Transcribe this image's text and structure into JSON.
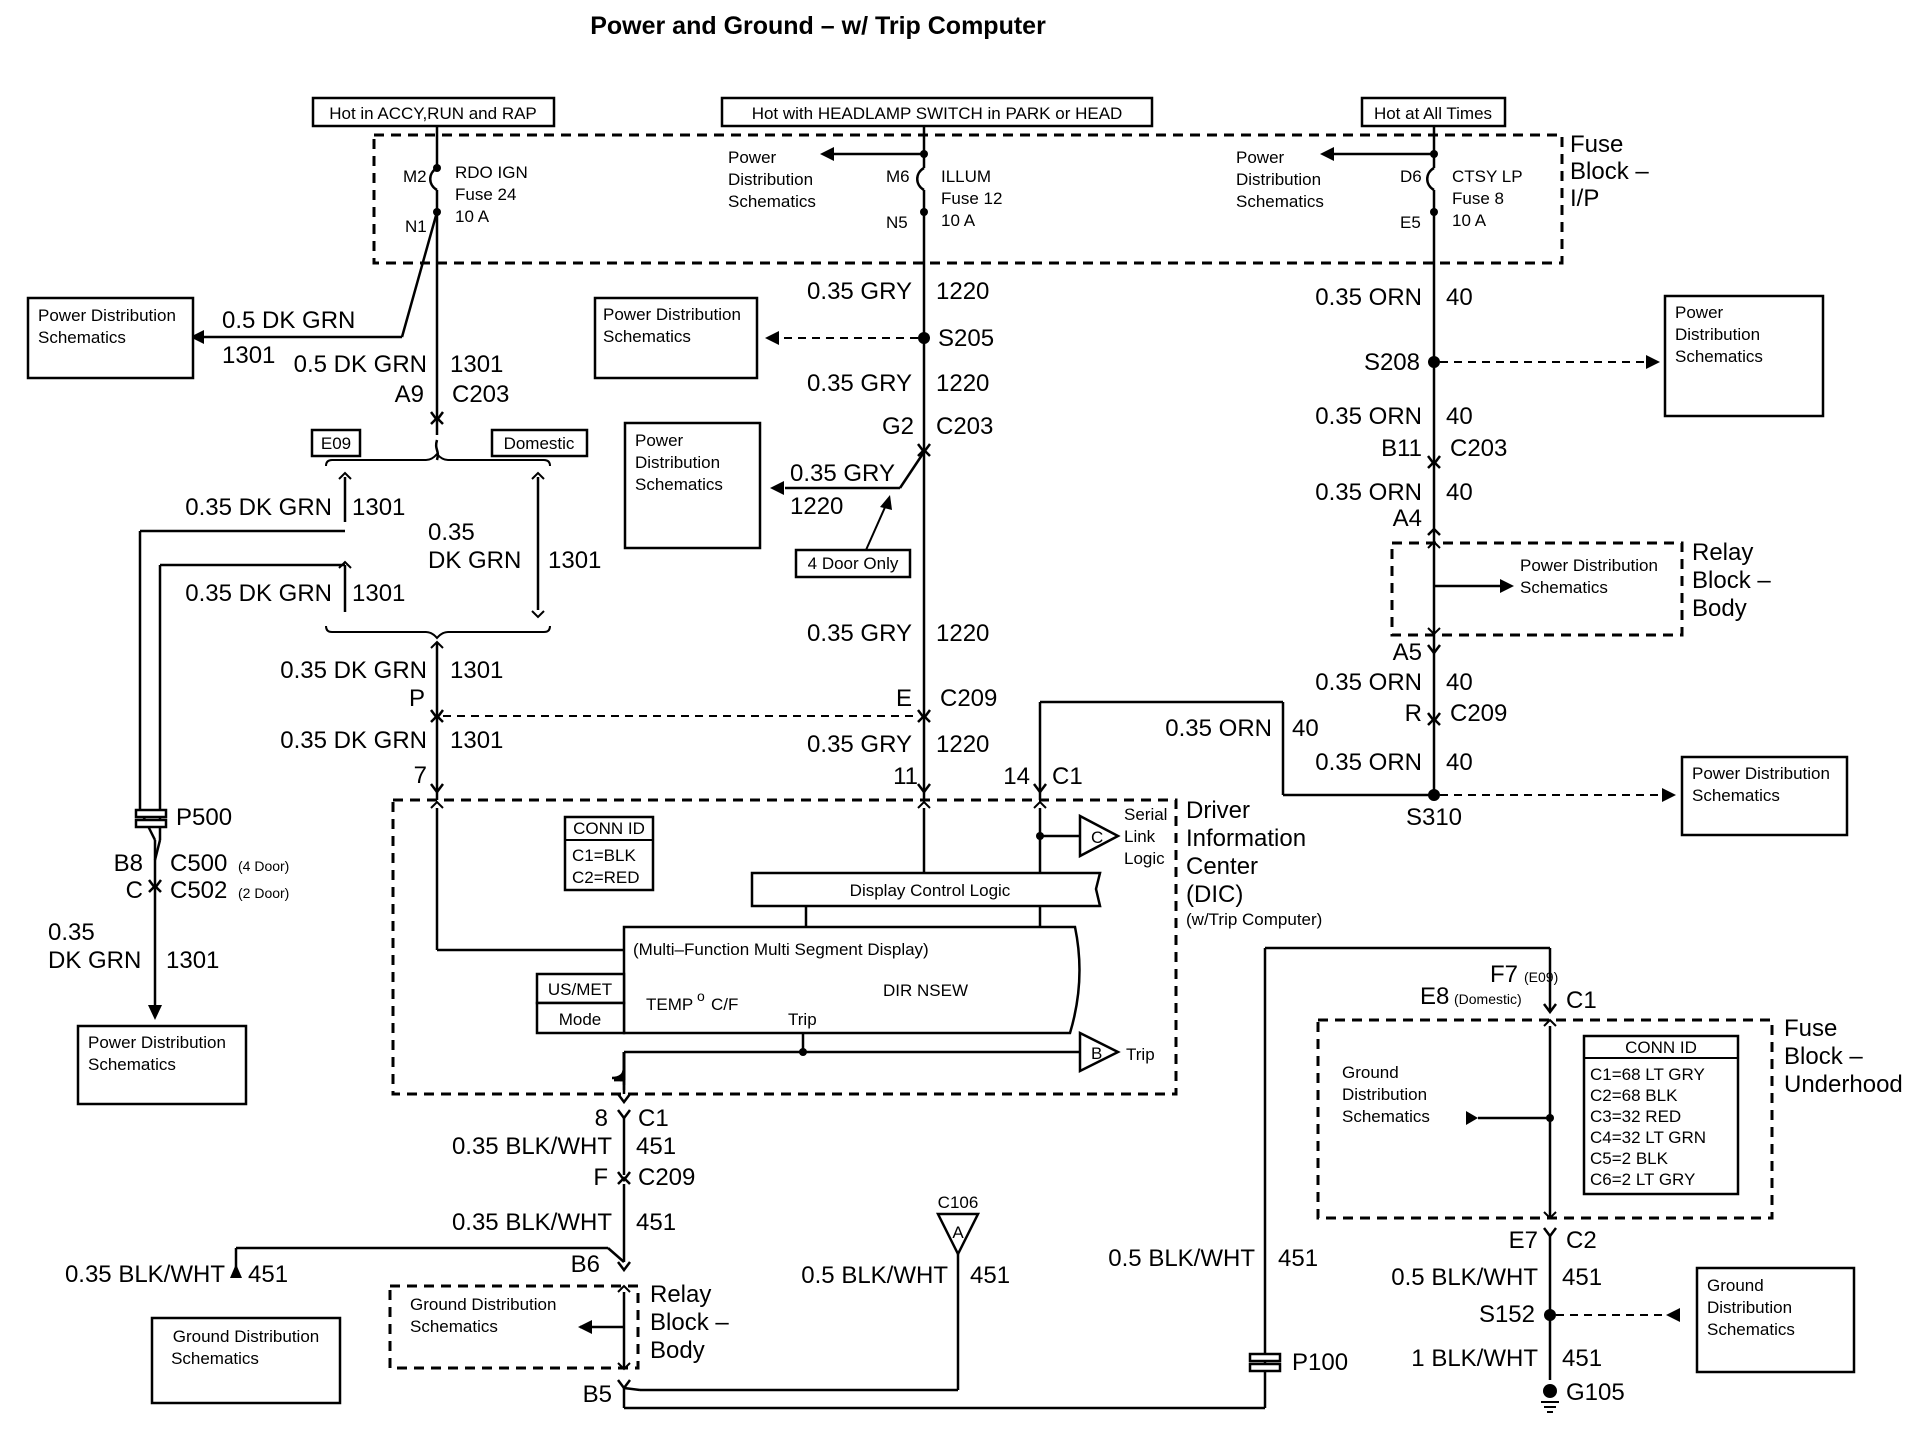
{
  "title": "Power and Ground – w/ Trip Computer",
  "hot_labels": {
    "accy": "Hot in ACCY,RUN and RAP",
    "headlamp": "Hot with HEADLAMP SWITCH in PARK or HEAD",
    "always": "Hot at All Times"
  },
  "fuse_block_ip": {
    "line1": "Fuse",
    "line2": "Block –",
    "line3": "I/P"
  },
  "fuses": [
    {
      "top_pin": "M2",
      "bottom_pin": "N1",
      "name": "RDO IGN",
      "number": "Fuse 24",
      "amps": "10 A"
    },
    {
      "top_pin": "M6",
      "bottom_pin": "N5",
      "name": "ILLUM",
      "number": "Fuse 12",
      "amps": "10 A"
    },
    {
      "top_pin": "D6",
      "bottom_pin": "E5",
      "name": "CTSY LP",
      "number": "Fuse 8",
      "amps": "10 A"
    }
  ],
  "pds": {
    "line1": "Power",
    "line2": "Distribution",
    "line3": "Schematics",
    "one_line": "Power Distribution",
    "schem": "Schematics"
  },
  "gds": {
    "line1": "Ground",
    "line2": "Distribution",
    "line3": "Schematics",
    "one_line": "Ground Distribution",
    "schem": "Schematics"
  },
  "wires": {
    "dkgrn05": "0.5 DK GRN",
    "dkgrn035": "0.35 DK GRN",
    "dkgrn_a": "0.35",
    "dkgrn_b": "DK GRN",
    "c1301": "1301",
    "gry035": "0.35 GRY",
    "c1220": "1220",
    "orn035": "0.35 ORN",
    "c40": "40",
    "blkwht035": "0.35 BLK/WHT",
    "blkwht05": "0.5 BLK/WHT",
    "blkwht1": "1 BLK/WHT",
    "c451": "451"
  },
  "connectors": {
    "a9": "A9",
    "c203": "C203",
    "g2": "G2",
    "b11": "B11",
    "a4": "A4",
    "a5": "A5",
    "p": "P",
    "e": "E",
    "r": "R",
    "c209": "C209",
    "pin7": "7",
    "pin11": "11",
    "pin14": "14",
    "c1": "C1",
    "p500": "P500",
    "b8": "B8",
    "c500": "C500",
    "c500_note": "(4 Door)",
    "c": "C",
    "c502": "C502",
    "c502_note": "(2 Door)",
    "pin8": "8",
    "f": "F",
    "b6": "B6",
    "b5": "B5",
    "c106": "C106",
    "a": "A",
    "p100": "P100",
    "f7": "F7",
    "f7_note": "(E09)",
    "e8": "E8",
    "e8_note": "(Domestic)",
    "e7": "E7",
    "c2": "C2"
  },
  "splices": {
    "s205": "S205",
    "s208": "S208",
    "s310": "S310",
    "s152": "S152",
    "g105": "G105"
  },
  "options": {
    "e09": "E09",
    "domestic": "Domestic",
    "four_door": "4 Door Only"
  },
  "relay_block": {
    "line1": "Relay",
    "line2": "Block –",
    "line3": "Body"
  },
  "dic": {
    "line1": "Driver",
    "line2": "Information",
    "line3": "Center",
    "line4": "(DIC)",
    "line5": "(w/Trip Computer)",
    "conn_id": "CONN ID",
    "c1": "C1=BLK",
    "c2": "C2=RED",
    "display_logic": "Display Control Logic",
    "mfd": "(Multi–Function Multi Segment Display)",
    "temp": "TEMP",
    "deg": "o",
    "cf": "C/F",
    "dir": "DIR NSEW",
    "trip": "Trip",
    "usmet": "US/MET",
    "mode": "Mode",
    "serial1": "Serial",
    "serial2": "Link",
    "serial3": "Logic",
    "c_sym": "C",
    "b_sym": "B",
    "trip_label": "Trip"
  },
  "fuse_block_uh": {
    "line1": "Fuse",
    "line2": "Block –",
    "line3": "Underhood",
    "conn_id": "CONN ID",
    "rows": [
      "C1=68 LT GRY",
      "C2=68 BLK",
      "C3=32 RED",
      "C4=32 LT GRN",
      "C5=2 BLK",
      "C6=2 LT GRY"
    ]
  }
}
